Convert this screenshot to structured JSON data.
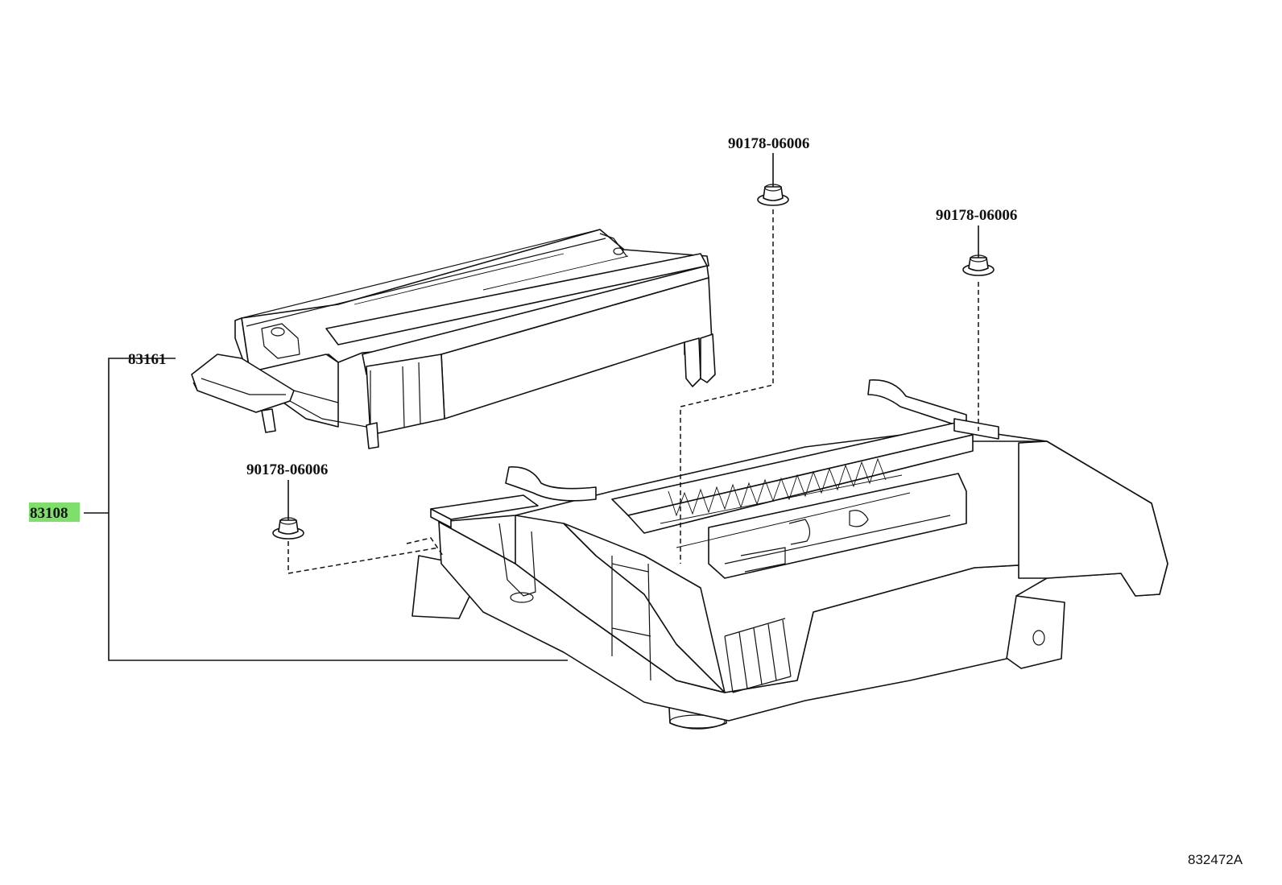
{
  "diagram": {
    "callouts": {
      "assembly": "83108",
      "cover": "83161",
      "nut_top": "90178-06006",
      "nut_right": "90178-06006",
      "nut_left": "90178-06006"
    },
    "highlight_color": "#7ee06b",
    "illustration_code": "832472A"
  }
}
